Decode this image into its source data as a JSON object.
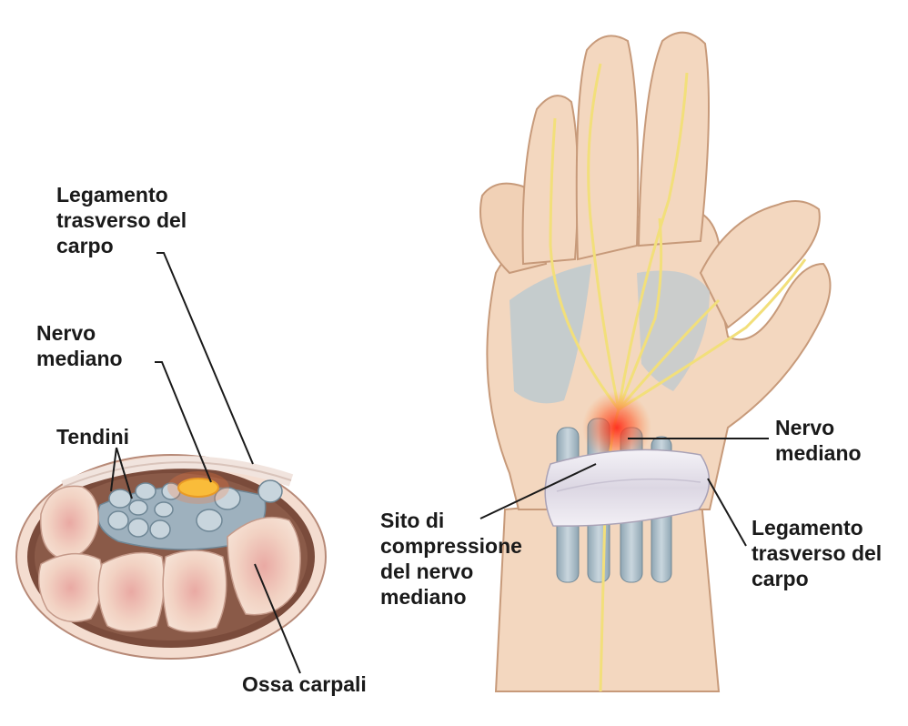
{
  "labels": {
    "ligament_left": [
      "Legamento",
      "trasverso del",
      "carpo"
    ],
    "nerve_left": [
      "Nervo",
      "mediano"
    ],
    "tendons": "Tendini",
    "carpal_bones": "Ossa carpali",
    "nerve_right": [
      "Nervo",
      "mediano"
    ],
    "compression_site": [
      "Sito di",
      "compressione",
      "del nervo",
      "mediano"
    ],
    "ligament_right": [
      "Legamento",
      "trasverso del",
      "carpo"
    ]
  },
  "colors": {
    "skin": "#f3d7bf",
    "skin_shadow": "#e2b995",
    "tendon": "#b9c9d3",
    "tendon_dark": "#8fa6b3",
    "nerve": "#f2df7a",
    "inflammation": "#e8402a",
    "bone": "#f0d3c2",
    "bone_speckle": "#d98a86",
    "wrist_dark": "#7a4b3b",
    "ligament_band": "#e9e6ee",
    "leader_line": "#1a1a1a"
  }
}
